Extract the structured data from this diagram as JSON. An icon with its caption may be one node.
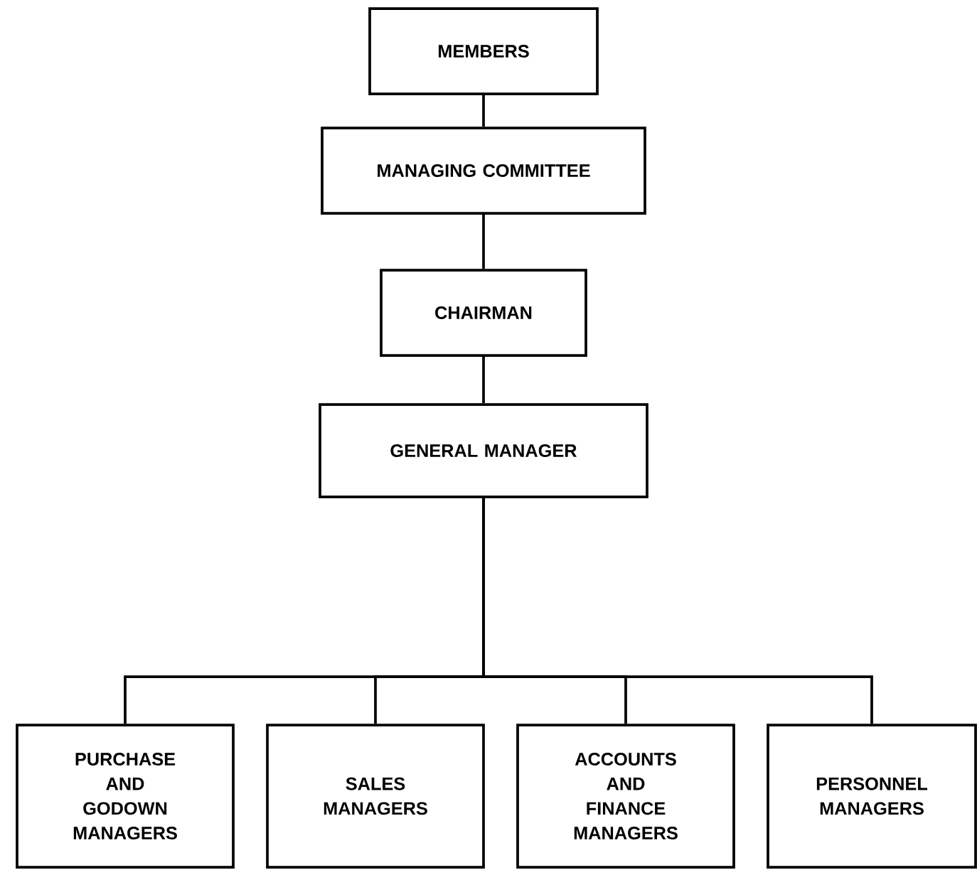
{
  "diagram": {
    "nodes": [
      {
        "text": [
          "MEMBERS"
        ]
      },
      {
        "text": [
          "MANAGING COMMITTEE"
        ]
      },
      {
        "text": [
          "CHAIRMAN"
        ]
      },
      {
        "text": [
          "GENERAL MANAGER"
        ]
      },
      {
        "text": [
          "PURCHASE AND GODOWN MANAGERS"
        ]
      },
      {
        "text": [
          "SALES MANAGERS"
        ]
      },
      {
        "text": [
          "ACCOUNTS AND FINANCE MANAGERS"
        ]
      },
      {
        "text": [
          "PERSONNEL MANAGERS"
        ]
      }
    ],
    "edges": [
      {
        "from": 0,
        "to": 1,
        "arrow": "none"
      },
      {
        "from": 1,
        "to": 2,
        "arrow": "none"
      },
      {
        "from": 2,
        "to": 3,
        "arrow": "none"
      },
      {
        "from": 3,
        "to": 4,
        "arrow": "none"
      },
      {
        "from": 3,
        "to": 5,
        "arrow": "none"
      },
      {
        "from": 3,
        "to": 6,
        "arrow": "none"
      },
      {
        "from": 3,
        "to": 7,
        "arrow": "none"
      }
    ]
  }
}
